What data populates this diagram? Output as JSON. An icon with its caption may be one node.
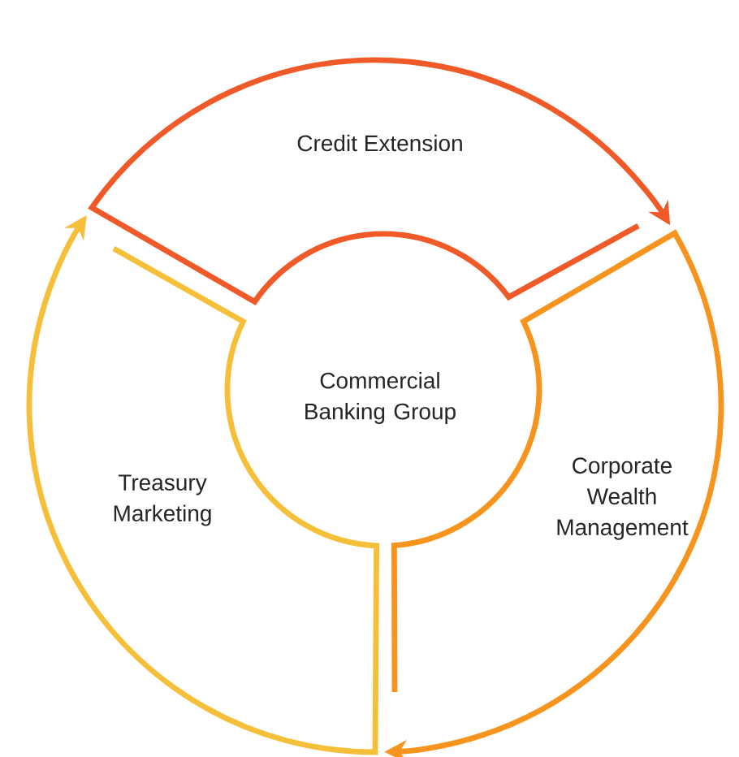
{
  "diagram": {
    "nodes": [
      {
        "text": [
          "Credit Extension"
        ]
      },
      {
        "text": [
          "Commercial Banking Group"
        ]
      },
      {
        "text": [
          "Corporate Wealth Management"
        ]
      },
      {
        "text": [
          "Treasury Marketing"
        ]
      }
    ],
    "edges": [
      {
        "from": 0,
        "to": 2,
        "arrow": "to",
        "color": "#f05a28"
      },
      {
        "from": 2,
        "to": 3,
        "arrow": "to",
        "color": "#f7941d"
      },
      {
        "from": 3,
        "to": 0,
        "arrow": "to",
        "color": "#f6bf3a"
      }
    ]
  }
}
